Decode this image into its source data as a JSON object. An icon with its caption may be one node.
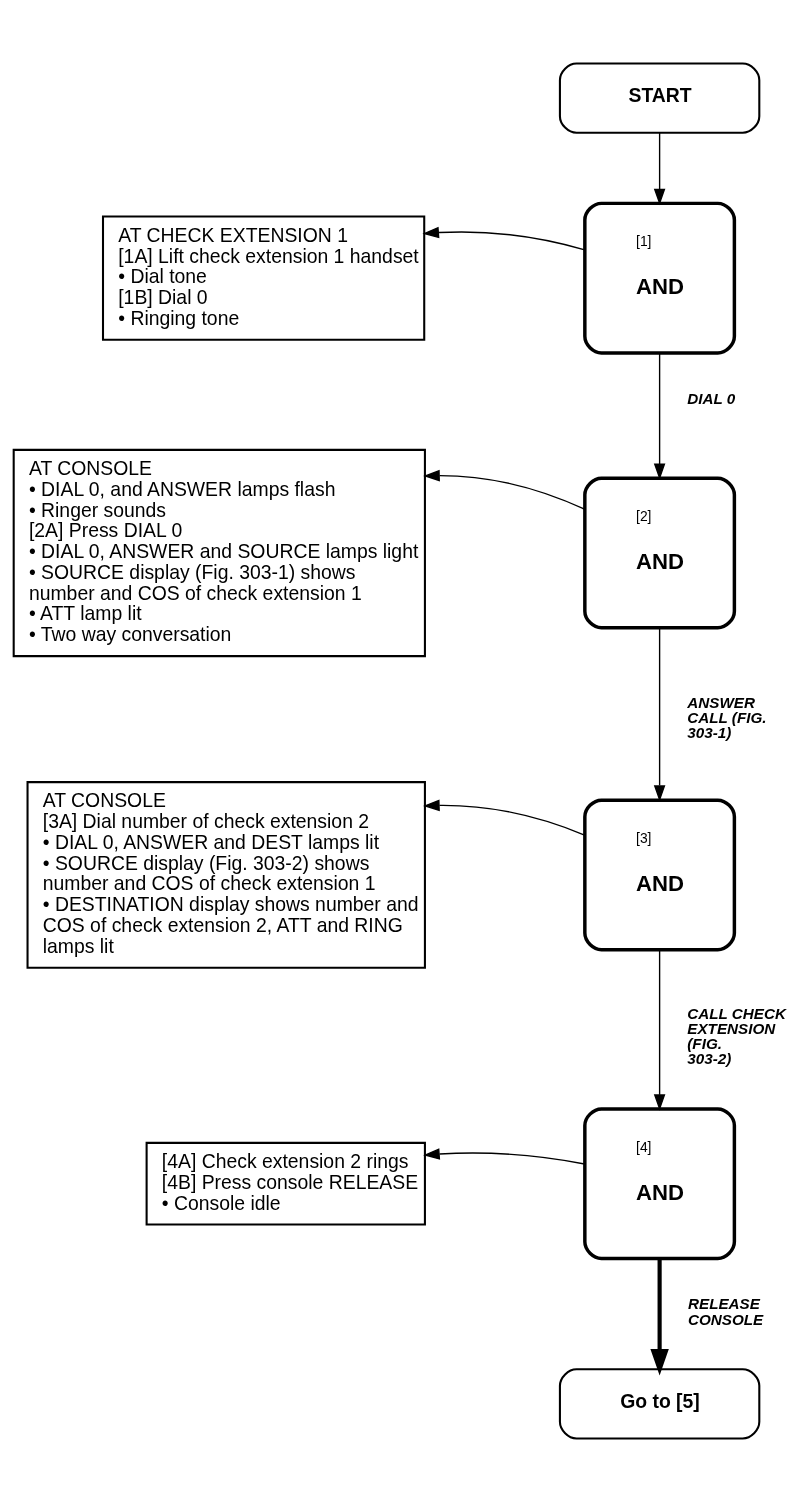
{
  "diagram": {
    "nodes": [
      {
        "text": [
          "START"
        ]
      },
      {
        "text": [
          "[1]",
          "AND"
        ]
      },
      {
        "text": [
          "AT CHECK EXTENSION 1",
          "[1A] Lift check extension 1 handset",
          "• Dial tone",
          "[1B] Dial 0",
          "• Ringing tone"
        ]
      },
      {
        "text": [
          "[2]",
          "AND"
        ]
      },
      {
        "text": [
          "AT CONSOLE",
          "• DIAL 0, and ANSWER lamps flash",
          "• Ringer sounds",
          "[2A] Press DIAL 0",
          "• DIAL 0, ANSWER and SOURCE lamps light",
          "• SOURCE display (Fig. 303-1) shows number and COS of check extension 1",
          "• ATT lamp lit",
          "• Two way conversation"
        ]
      },
      {
        "text": [
          "[3]",
          "AND"
        ]
      },
      {
        "text": [
          "AT CONSOLE",
          "[3A] Dial number of check extension 2",
          "• DIAL 0, ANSWER and DEST lamps lit",
          "• SOURCE display (Fig. 303-2) shows number and COS of check extension 1",
          "• DESTINATION display shows number and COS of check extension 2, ATT and RING lamps lit"
        ]
      },
      {
        "text": [
          "[4]",
          "AND"
        ]
      },
      {
        "text": [
          "[4A] Check extension 2 rings",
          "[4B] Press console RELEASE",
          "• Console idle"
        ]
      },
      {
        "text": [
          "Go to [5]"
        ]
      }
    ],
    "edges": [
      {
        "from": 0,
        "to": 1,
        "arrow": "to"
      },
      {
        "from": 1,
        "to": 2,
        "arrow": "to"
      },
      {
        "from": 1,
        "to": 3,
        "arrow": "to",
        "label": "DIAL 0"
      },
      {
        "from": 3,
        "to": 4,
        "arrow": "to"
      },
      {
        "from": 3,
        "to": 5,
        "arrow": "to",
        "label": "ANSWER CALL (FIG. 303-1)"
      },
      {
        "from": 5,
        "to": 6,
        "arrow": "to"
      },
      {
        "from": 5,
        "to": 7,
        "arrow": "to",
        "label": "CALL CHECK EXTENSION (FIG. 303-2)"
      },
      {
        "from": 7,
        "to": 8,
        "arrow": "to"
      },
      {
        "from": 7,
        "to": 9,
        "arrow": "to",
        "label": "RELEASE CONSOLE",
        "style": "thick"
      }
    ]
  }
}
